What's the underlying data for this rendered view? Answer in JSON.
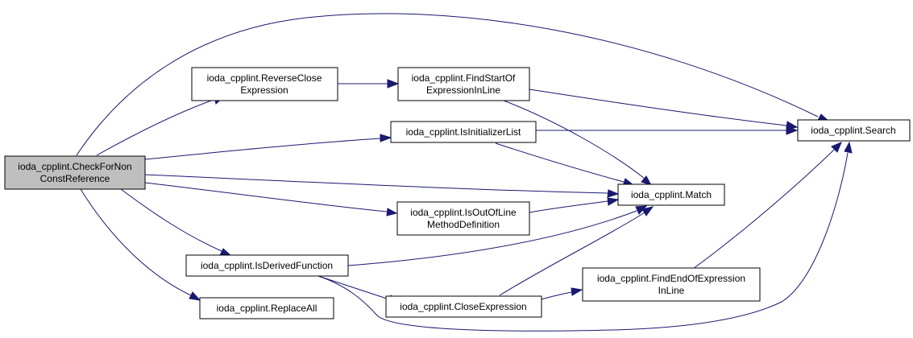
{
  "colors": {
    "edge": "#191970",
    "node_fill": "#ffffff",
    "node_fill_root": "#bfbfbf",
    "node_border": "#000000"
  },
  "nodes": {
    "check_for_non_const_reference": {
      "lines": [
        "ioda_cpplint.CheckForNon",
        "ConstReference"
      ],
      "root": true
    },
    "reverse_close_expression": {
      "lines": [
        "ioda_cpplint.ReverseClose",
        "Expression"
      ]
    },
    "find_start_of_expression_in_line": {
      "lines": [
        "ioda_cpplint.FindStartOf",
        "ExpressionInLine"
      ]
    },
    "is_initializer_list": {
      "lines": [
        "ioda_cpplint.IsInitializerList"
      ]
    },
    "search": {
      "lines": [
        "ioda_cpplint.Search"
      ]
    },
    "match": {
      "lines": [
        "ioda_cpplint.Match"
      ]
    },
    "is_out_of_line_method_definition": {
      "lines": [
        "ioda_cpplint.IsOutOfLine",
        "MethodDefinition"
      ]
    },
    "is_derived_function": {
      "lines": [
        "ioda_cpplint.IsDerivedFunction"
      ]
    },
    "find_end_of_expression_in_line": {
      "lines": [
        "ioda_cpplint.FindEndOfExpression",
        "InLine"
      ]
    },
    "replace_all": {
      "lines": [
        "ioda_cpplint.ReplaceAll"
      ]
    },
    "close_expression": {
      "lines": [
        "ioda_cpplint.CloseExpression"
      ]
    }
  },
  "edges": [
    {
      "from": "check_for_non_const_reference",
      "to": "reverse_close_expression"
    },
    {
      "from": "check_for_non_const_reference",
      "to": "search"
    },
    {
      "from": "check_for_non_const_reference",
      "to": "is_initializer_list"
    },
    {
      "from": "check_for_non_const_reference",
      "to": "match"
    },
    {
      "from": "check_for_non_const_reference",
      "to": "is_out_of_line_method_definition"
    },
    {
      "from": "check_for_non_const_reference",
      "to": "is_derived_function"
    },
    {
      "from": "check_for_non_const_reference",
      "to": "replace_all"
    },
    {
      "from": "reverse_close_expression",
      "to": "find_start_of_expression_in_line"
    },
    {
      "from": "find_start_of_expression_in_line",
      "to": "search"
    },
    {
      "from": "find_start_of_expression_in_line",
      "to": "match"
    },
    {
      "from": "is_initializer_list",
      "to": "search"
    },
    {
      "from": "is_initializer_list",
      "to": "match"
    },
    {
      "from": "is_out_of_line_method_definition",
      "to": "match"
    },
    {
      "from": "is_derived_function",
      "to": "match"
    },
    {
      "from": "is_derived_function",
      "to": "close_expression"
    },
    {
      "from": "is_derived_function",
      "to": "search"
    },
    {
      "from": "close_expression",
      "to": "match"
    },
    {
      "from": "close_expression",
      "to": "find_end_of_expression_in_line"
    },
    {
      "from": "find_end_of_expression_in_line",
      "to": "search"
    }
  ]
}
